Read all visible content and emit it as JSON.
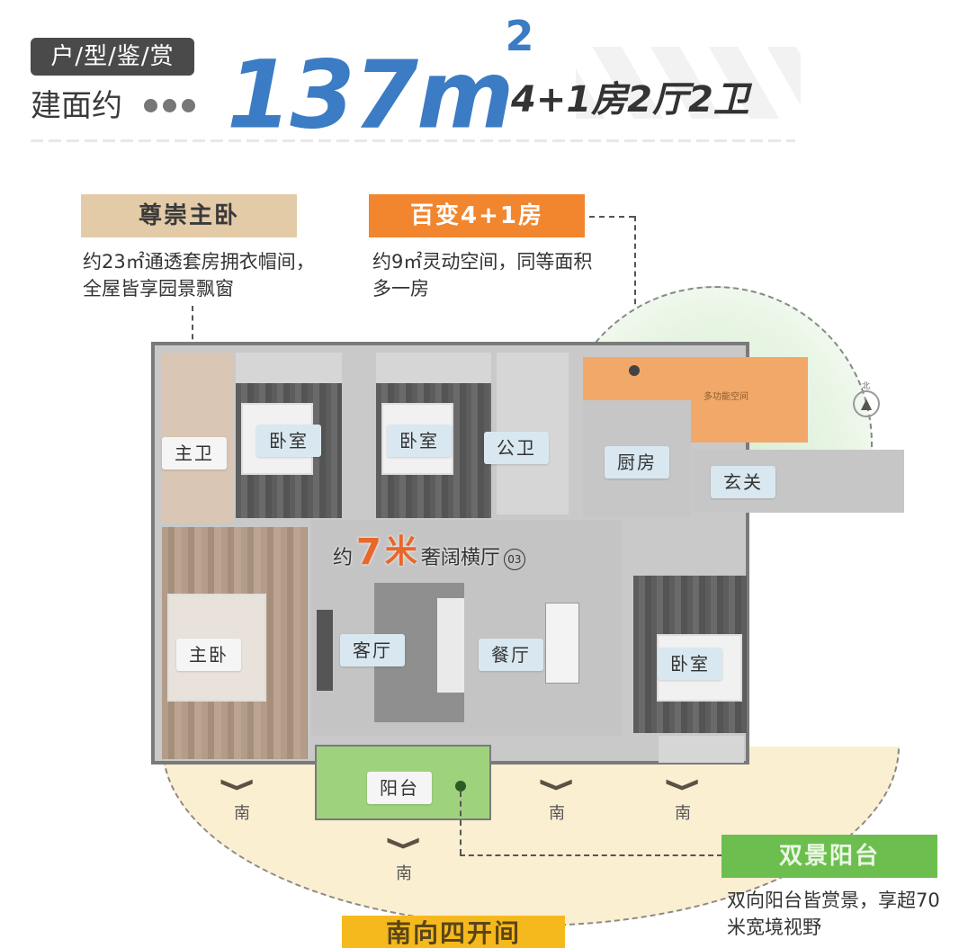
{
  "header": {
    "tag": "户/型/鉴/赏",
    "area_prefix": "建面约",
    "area_value": "137m",
    "area_unit_sup": "2",
    "layout": "4+1房2厅2卫"
  },
  "callouts": [
    {
      "title": "尊崇主卧",
      "desc": "约23㎡通透套房拥衣帽间，全屋皆享园景飘窗",
      "color": "#e4cba8"
    },
    {
      "title": "百变4+1房",
      "desc": "约9㎡灵动空间，同等面积多一房",
      "color": "#f1862f"
    },
    {
      "title": "双景阳台",
      "desc": "双向阳台皆赏景，享超70米宽境视野",
      "color": "#6cbf4e"
    },
    {
      "title": "南向四开间",
      "color": "#f6b91d"
    }
  ],
  "plan": {
    "hall_banner": {
      "prefix": "约",
      "number": "7",
      "unit": "米",
      "suffix": "奢阔横厅",
      "marker": "03"
    },
    "rooms": [
      {
        "id": "master-bath",
        "label": "主卫"
      },
      {
        "id": "bedroom-1",
        "label": "卧室"
      },
      {
        "id": "bedroom-2",
        "label": "卧室"
      },
      {
        "id": "public-bath",
        "label": "公卫"
      },
      {
        "id": "kitchen",
        "label": "厨房"
      },
      {
        "id": "entrance",
        "label": "玄关"
      },
      {
        "id": "multi-space",
        "label": "多功能空间"
      },
      {
        "id": "master-bedroom",
        "label": "主卧"
      },
      {
        "id": "living-room",
        "label": "客厅"
      },
      {
        "id": "dining-room",
        "label": "餐厅"
      },
      {
        "id": "bedroom-3",
        "label": "卧室"
      },
      {
        "id": "balcony",
        "label": "阳台"
      }
    ],
    "compass": {
      "label": "北"
    },
    "south_markers": [
      "南",
      "南",
      "南",
      "南"
    ]
  }
}
